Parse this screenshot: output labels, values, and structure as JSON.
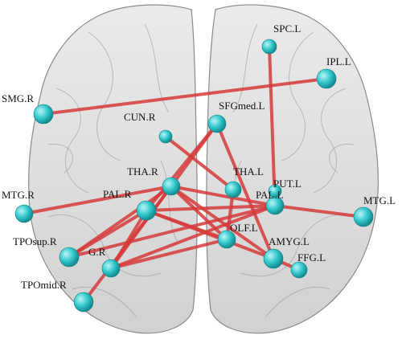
{
  "colors": {
    "edge": "#d63a3a",
    "node": "#2ec4c8",
    "brain_fill": "#c9c9c9",
    "brain_stroke": "#8a8a8a",
    "label": "#111111"
  },
  "regions": [
    {
      "id": "SPC.L",
      "label": "SPC.L"
    },
    {
      "id": "IPL.L",
      "label": "IPL.L"
    },
    {
      "id": "SMG.R",
      "label": "SMG.R"
    },
    {
      "id": "CUN.R",
      "label": "CUN.R"
    },
    {
      "id": "SFGmed.L",
      "label": "SFGmed.L"
    },
    {
      "id": "THA.R",
      "label": "THA.R"
    },
    {
      "id": "THA.L",
      "label": "THA.L"
    },
    {
      "id": "PUT.L",
      "label": "PUT.L"
    },
    {
      "id": "PAL.R",
      "label": "PAL.R"
    },
    {
      "id": "PAL.L",
      "label": "PAL.L"
    },
    {
      "id": "MTG.R",
      "label": "MTG.R"
    },
    {
      "id": "MTG.L",
      "label": "MTG.L"
    },
    {
      "id": "OLF.L",
      "label": "OLF.L"
    },
    {
      "id": "TPOsup.R",
      "label": "TPOsup.R"
    },
    {
      "id": "G.R",
      "label": "G.R"
    },
    {
      "id": "AMYG.L",
      "label": "AMYG.L"
    },
    {
      "id": "FFG.L",
      "label": "FFG.L"
    },
    {
      "id": "TPOmid.R",
      "label": "TPOmid.R"
    }
  ],
  "connections": [
    [
      "SPC.L",
      "PAL.L"
    ],
    [
      "SMG.R",
      "IPL.L"
    ],
    [
      "SFGmed.L",
      "AMYG.L"
    ],
    [
      "SFGmed.L",
      "PAL.R"
    ],
    [
      "SFGmed.L",
      "G.R"
    ],
    [
      "CUN.R",
      "THA.L"
    ],
    [
      "THA.R",
      "PAL.L"
    ],
    [
      "THA.R",
      "TPOsup.R"
    ],
    [
      "THA.R",
      "MTG.R"
    ],
    [
      "THA.R",
      "OLF.L"
    ],
    [
      "THA.R",
      "TPOmid.R"
    ],
    [
      "PAL.R",
      "TPOsup.R"
    ],
    [
      "PAL.R",
      "PAL.L"
    ],
    [
      "PAL.R",
      "OLF.L"
    ],
    [
      "PAL.R",
      "G.R"
    ],
    [
      "PAL.L",
      "MTG.L"
    ],
    [
      "PAL.L",
      "TPOsup.R"
    ],
    [
      "PAL.L",
      "G.R"
    ],
    [
      "OLF.L",
      "G.R"
    ],
    [
      "OLF.L",
      "THA.L"
    ],
    [
      "AMYG.L",
      "THA.R"
    ],
    [
      "AMYG.L",
      "FFG.L"
    ],
    [
      "AMYG.L",
      "PAL.R"
    ]
  ]
}
